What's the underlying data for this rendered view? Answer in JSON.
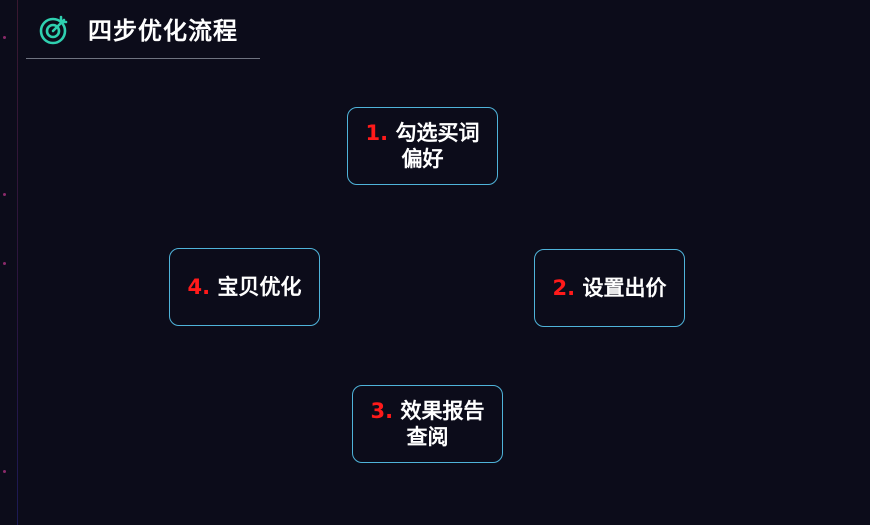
{
  "header": {
    "title": "四步优化流程",
    "icon": "target-icon",
    "icon_color": "#2fd0b0"
  },
  "steps": [
    {
      "number": "1.",
      "label_line1": "勾选买词",
      "label_line2": "偏好"
    },
    {
      "number": "2.",
      "label_line1": "设置出价",
      "label_line2": ""
    },
    {
      "number": "3.",
      "label_line1": "效果报告",
      "label_line2": "查阅"
    },
    {
      "number": "4.",
      "label_line1": "宝贝优化",
      "label_line2": ""
    }
  ],
  "colors": {
    "background": "#0c0c1a",
    "box_border": "#4fb3d9",
    "number": "#ff1a1a",
    "text": "#ffffff",
    "divider": "#6f7380"
  }
}
